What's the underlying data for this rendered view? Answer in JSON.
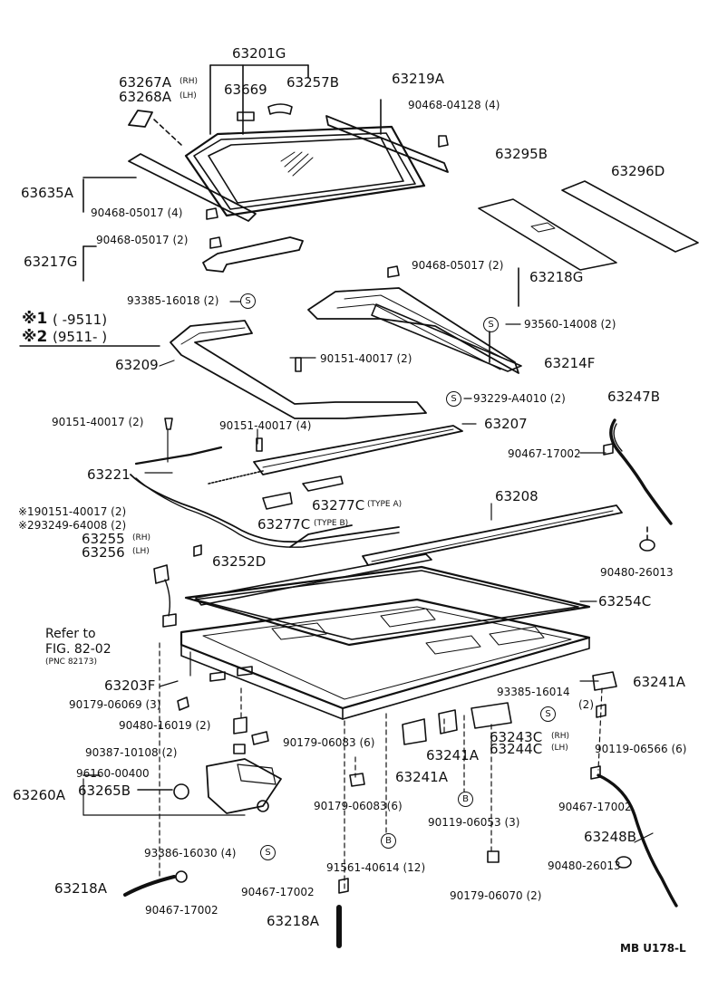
{
  "parts": {
    "p63201G": "63201G",
    "p63267A": "63267A",
    "p63267A_note": "(RH)",
    "p63268A": "63268A",
    "p63268A_note": "(LH)",
    "p63669": "63669",
    "p63257B": "63257B",
    "p63219A": "63219A",
    "p90468_04128": "90468-04128 (4)",
    "p63295B": "63295B",
    "p63296D": "63296D",
    "p63635A": "63635A",
    "p90468_05017_4": "90468-05017 (4)",
    "p90468_05017_2a": "90468-05017 (2)",
    "p63217G": "63217G",
    "p90468_05017_2b": "90468-05017 (2)",
    "p63218G": "63218G",
    "p93385_16018": "93385-16018 (2)",
    "p93560_14008": "93560-14008 (2)",
    "p63209": "63209",
    "p90151_40017_2a": "90151-40017 (2)",
    "p63214F": "63214F",
    "p93229_A4010": "93229-A4010 (2)",
    "p63247B": "63247B",
    "p90151_40017_2b": "90151-40017 (2)",
    "p90151_40017_4": "90151-40017 (4)",
    "p63207": "63207",
    "p90467_17002_a": "90467-17002",
    "p63221": "63221",
    "p63277C_a": "63277C",
    "p63277C_a_note": "(TYPE A)",
    "p63208": "63208",
    "p190151": "※190151-40017 (2)",
    "p293249": "※293249-64008 (2)",
    "p63277C_b": "63277C",
    "p63277C_b_note": "(TYPE B)",
    "p63255": "63255",
    "p63255_note": "(RH)",
    "p63256": "63256",
    "p63256_note": "(LH)",
    "p63252D": "63252D",
    "p90480_26013_a": "90480-26013",
    "p63254C": "63254C",
    "p63203F": "63203F",
    "p90179_06069": "90179-06069 (3)",
    "p93385_16014": "93385-16014",
    "p93385_16014_qty": "(2)",
    "p63241A_r": "63241A",
    "p90480_16019": "90480-16019 (2)",
    "p90179_06083_a": "90179-06083 (6)",
    "p90387_10108": "90387-10108 (2)",
    "p63243C": "63243C",
    "p63243C_note": "(RH)",
    "p63244C": "63244C",
    "p63244C_note": "(LH)",
    "p90119_06566": "90119-06566 (6)",
    "p63241A_m1": "63241A",
    "p63241A_m2": "63241A",
    "p96160_00400": "96160-00400",
    "p63260A": "63260A",
    "p63265B": "63265B",
    "p90179_06083_b": "90179-06083(6)",
    "p90119_06053": "90119-06053 (3)",
    "p90467_17002_b": "90467-17002",
    "p63248B": "63248B",
    "p93386_16030": "93386-16030 (4)",
    "p91561_40614": "91561-40614 (12)",
    "p90480_26013_b": "90480-26013",
    "p63218A_l": "63218A",
    "p90467_17002_c": "90467-17002",
    "p90467_17002_d": "90467-17002",
    "p90179_06070": "90179-06070 (2)",
    "p63218A_b": "63218A"
  },
  "legend": {
    "mark1": "※1",
    "range1": "(      -9511)",
    "mark2": "※2",
    "range2": "(9511-        )"
  },
  "reference": {
    "line1": "Refer to",
    "line2": "FIG. 82-02",
    "line3": "(PNC 82173)"
  },
  "badges": {
    "s": "S",
    "b": "B"
  },
  "footer": {
    "code": "MB  U178-L"
  }
}
